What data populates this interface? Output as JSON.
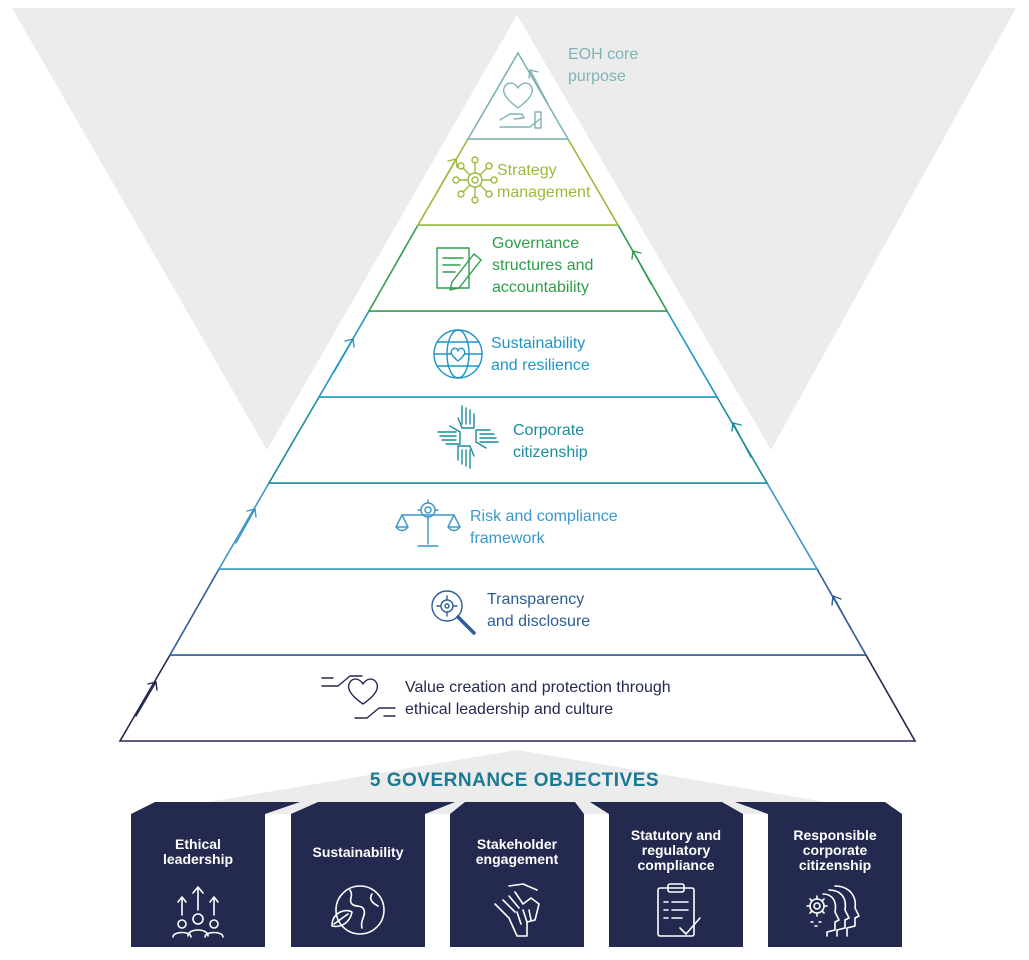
{
  "purpose": {
    "line1": "EOH core",
    "line2": "purpose"
  },
  "tiers": [
    {
      "line1": "Strategy",
      "line2": "management",
      "line3": ""
    },
    {
      "line1": "Governance",
      "line2": "structures and",
      "line3": "accountability"
    },
    {
      "line1": "Sustainability",
      "line2": "and resilience",
      "line3": ""
    },
    {
      "line1": "Corporate",
      "line2": "citizenship",
      "line3": ""
    },
    {
      "line1": "Risk and compliance",
      "line2": "framework",
      "line3": ""
    },
    {
      "line1": "Transparency",
      "line2": "and disclosure",
      "line3": ""
    },
    {
      "line1": "Value creation and protection through",
      "line2": "ethical leadership and culture",
      "line3": ""
    }
  ],
  "objectives_heading": "5 GOVERNANCE OBJECTIVES",
  "objectives": [
    {
      "line1": "Ethical",
      "line2": "leadership",
      "line3": "",
      "icon": "people-growth-icon"
    },
    {
      "line1": "Sustainability",
      "line2": "",
      "line3": "",
      "icon": "globe-leaf-icon"
    },
    {
      "line1": "Stakeholder",
      "line2": "engagement",
      "line3": "",
      "icon": "hands-together-icon"
    },
    {
      "line1": "Statutory and",
      "line2": "regulatory",
      "line3": "compliance",
      "icon": "clipboard-check-icon"
    },
    {
      "line1": "Responsible",
      "line2": "corporate",
      "line3": "citizenship",
      "icon": "heads-gear-icon"
    }
  ],
  "colors": {
    "background_triangle": "#ececec",
    "purpose": "#7fb3b6",
    "strategy": "#9abb3a",
    "governance": "#2e9e4b",
    "sustainability": "#1d96c7",
    "citizenship": "#1c8b9c",
    "risk": "#3b97c9",
    "transparency": "#2e5c94",
    "value": "#23294f",
    "heading": "#1a7a94",
    "box": "#23294f"
  }
}
